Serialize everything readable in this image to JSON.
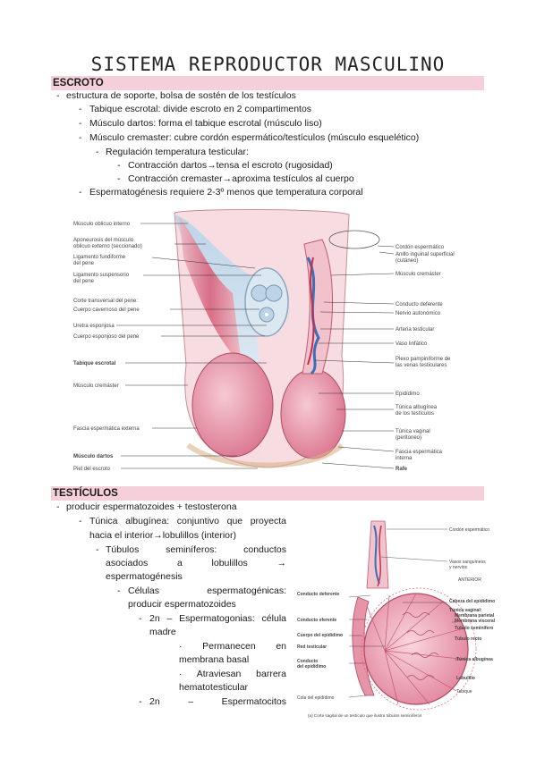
{
  "title": "SISTEMA REPRODUCTOR MASCULINO",
  "escroto": {
    "heading": "ESCROTO",
    "items": [
      "estructura de soporte, bolsa de sostén de los testículos",
      "Tabique escrotal: divide escroto en 2 compartimentos",
      "Músculo dartos: forma el tabique escrotal (músculo liso)",
      "Músculo cremaster: cubre cordón espermático/testículos (músculo esquelético)",
      "Regulación temperatura testicular:",
      "Contracción dartos→tensa el escroto (rugosidad)",
      "Contracción cremaster→aproxima testículos al cuerpo",
      "Espermatogénesis requiere 2-3º menos que temperatura corporal"
    ],
    "figure_labels_left": [
      "Músculo oblicuo interno",
      "Aponeurosis del músculo",
      "oblicuo externo (seccionado)",
      "Ligamento fundiforme",
      "del pene",
      "Ligamento suspensorio",
      "del pene",
      "Corte transversal del pene:",
      "Cuerpo cavernoso del pene",
      "Uretra esponjosa",
      "Cuerpo esponjoso del pene",
      "Tabique escrotal",
      "Músculo cremáster",
      "Fascia espermática externa",
      "Músculo dartos",
      "Piel del escroto"
    ],
    "figure_labels_right": [
      "Cordón espermático",
      "Anillo inguinal superficial",
      "(cutáneo)",
      "Músculo cremáster",
      "Conducto deferente",
      "Nervio autonómico",
      "Arteria testicular",
      "Vaso linfático",
      "Plexo pampiniforme de",
      "las venas testiculares",
      "Epidídimo",
      "Túnica albugínea",
      "de los testículos",
      "Túnica vaginal",
      "(peritoneo)",
      "Fascia espermática",
      "interna",
      "Rafe"
    ]
  },
  "testiculos": {
    "heading": "TESTÍCULOS",
    "items": [
      "producir espermatozoides + testosterona",
      "Túnica albugínea: conjuntivo que proyecta",
      "hacia el interior→lobulillos (interior)",
      "Túbulos seminíferos: conductos",
      "asociados a lobulillos →",
      "espermatogénesis",
      "Células espermatogénicas:",
      "producir espermatozoides",
      "2n – Espermatogonias: célula",
      "madre",
      "· Permanecen en",
      "membrana basal",
      "· Atraviesan barrera",
      "hematotesticular",
      "2n – Espermatocitos"
    ],
    "figure_labels": [
      "Cordón espermático",
      "Vasos sanguíneos",
      "y nervios",
      "ANTERIOR",
      "Conducto deferente",
      "Cabeza del epidídimo",
      "Túnica vaginal:",
      "Membrana parietal",
      "Membrana visceral",
      "Conducto eferente",
      "Túbulo seminífero",
      "Cuerpo del epidídimo",
      "Túbulo recto",
      "Red testicular",
      "Conducto",
      "del epidídimo",
      "Túnica albugínea",
      "Lobulillo",
      "Tabique",
      "Cola del epidídimo"
    ],
    "figure_caption": "(a) Corte sagital de un testículo que ilustra túbulos seminíferos"
  }
}
